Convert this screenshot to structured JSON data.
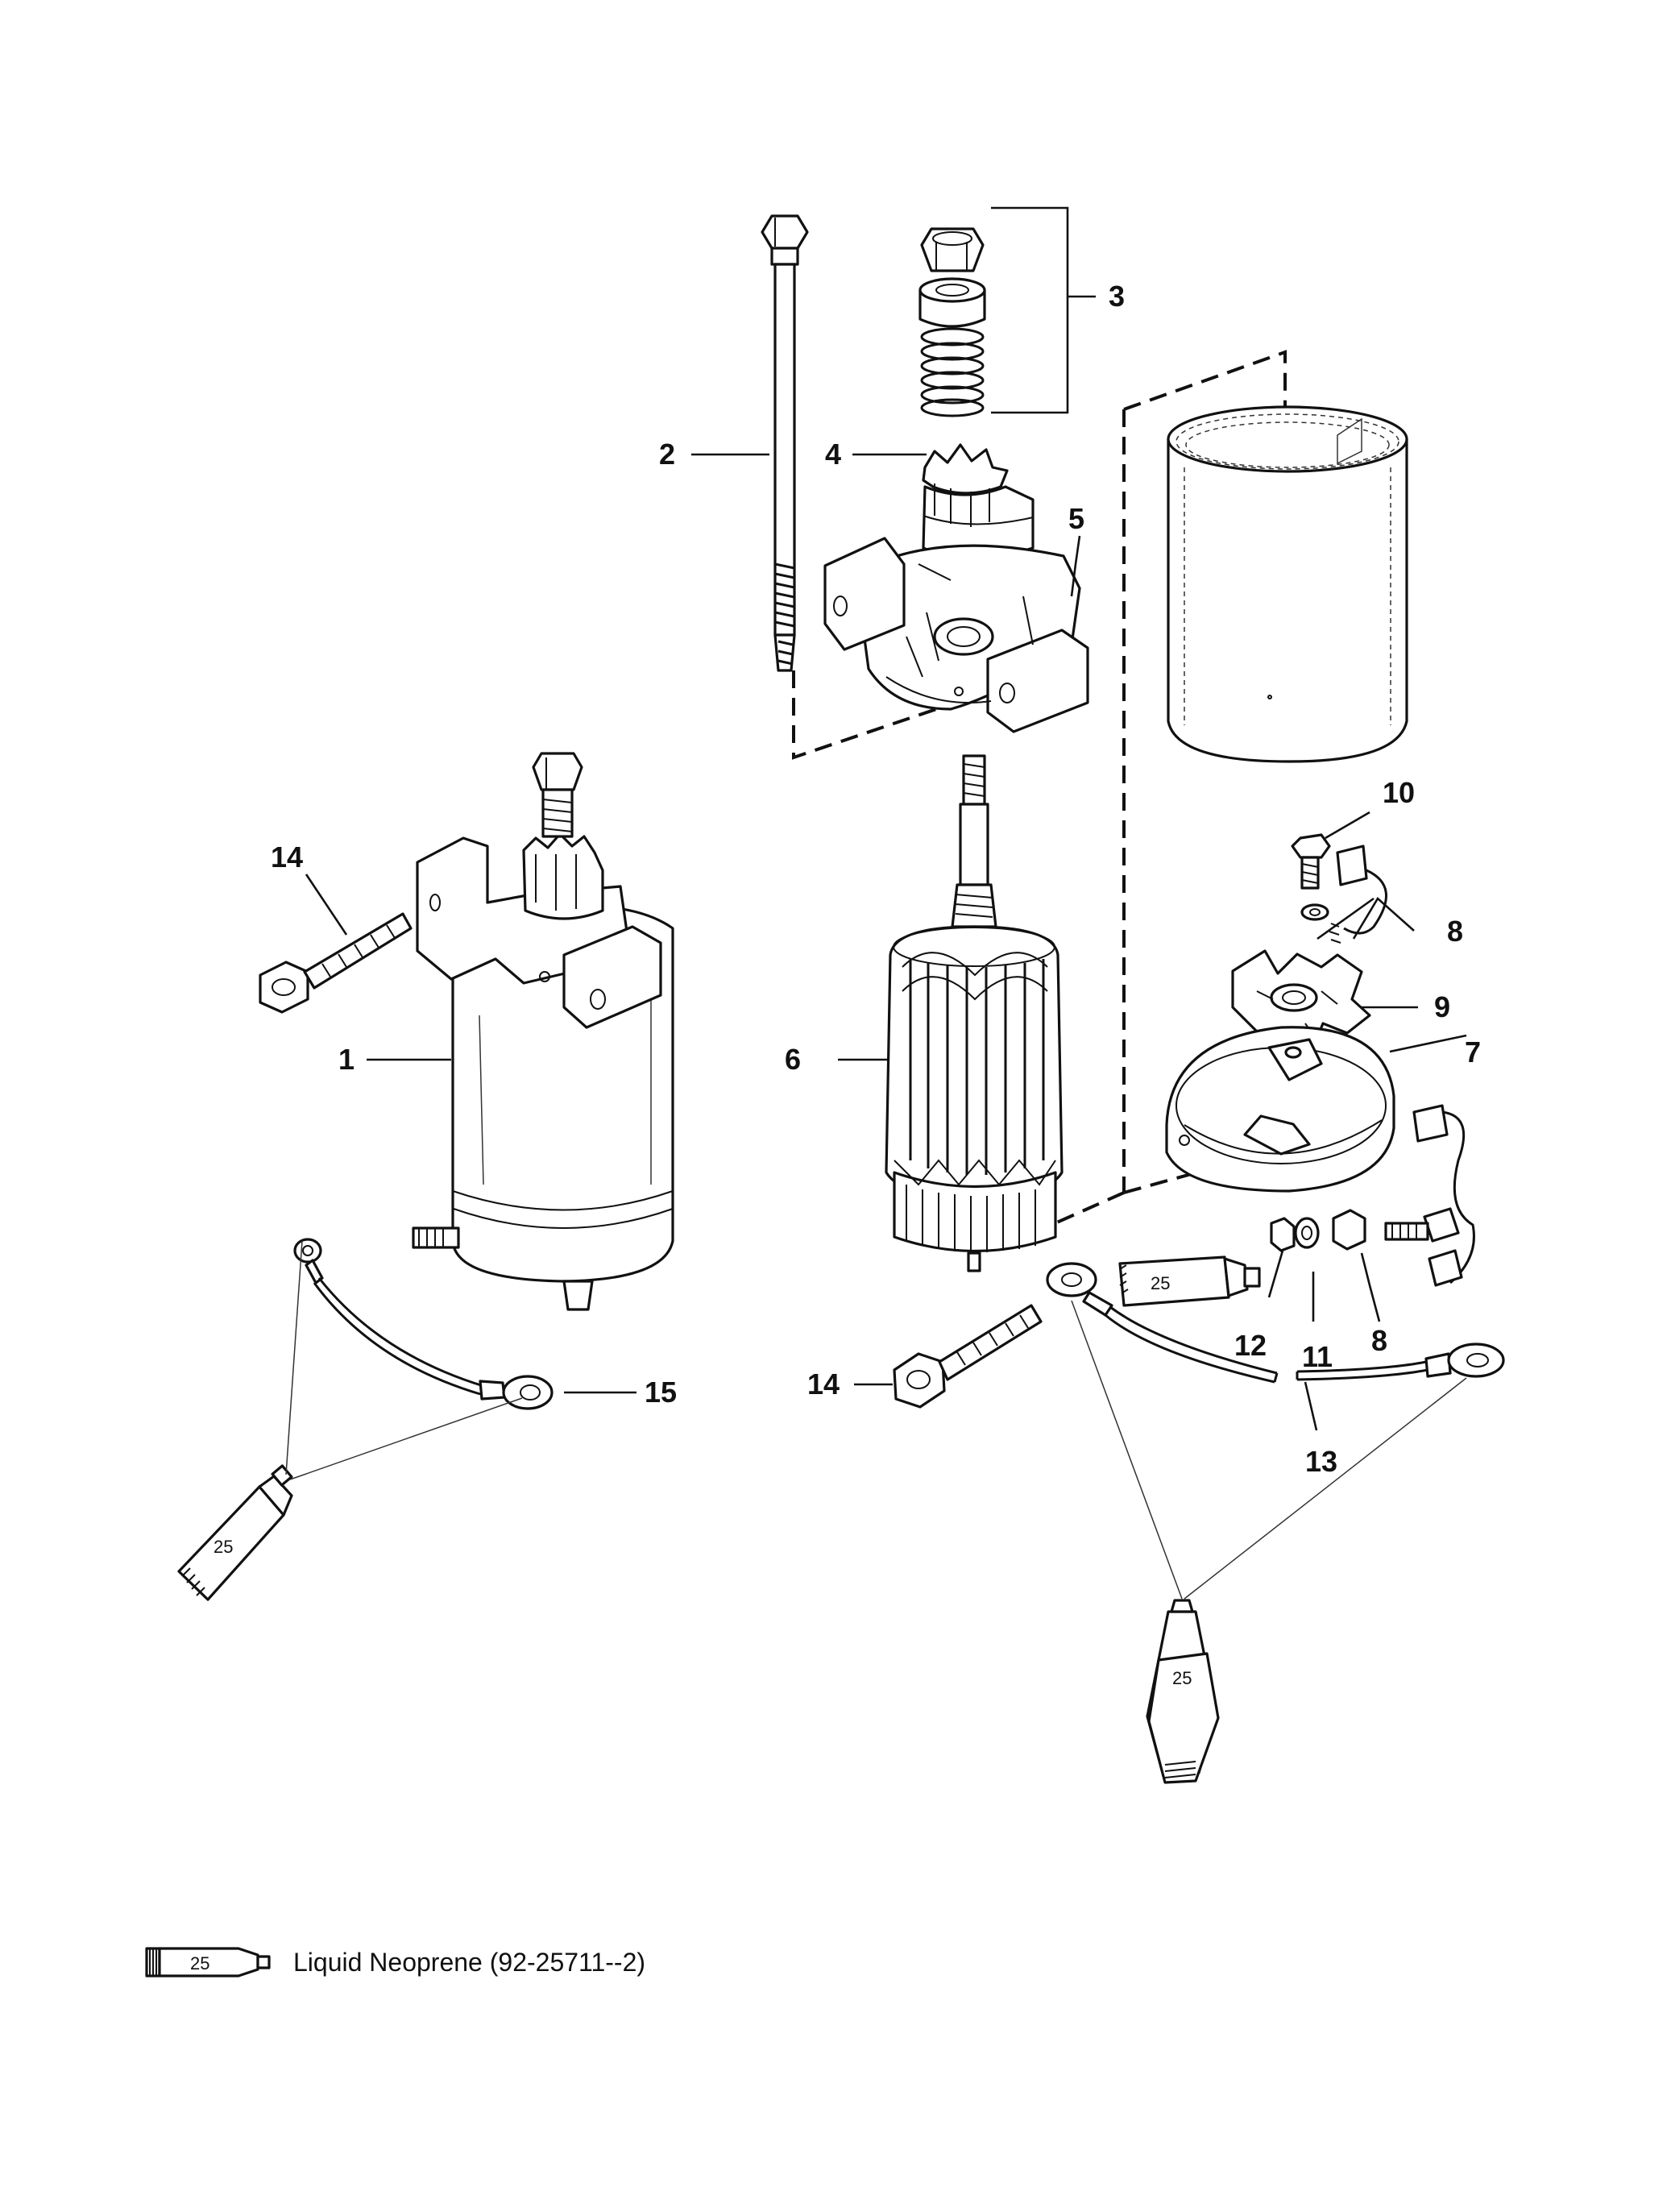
{
  "callouts": {
    "c1": "1",
    "c2": "2",
    "c3": "3",
    "c4": "4",
    "c5": "5",
    "c6": "6",
    "c7": "7",
    "c8a": "8",
    "c8b": "8",
    "c9": "9",
    "c10": "10",
    "c11": "11",
    "c12": "12",
    "c13": "13",
    "c14a": "14",
    "c14b": "14",
    "c15": "15"
  },
  "tubes": {
    "t1": "25",
    "t2": "25",
    "t3": "25"
  },
  "legend": {
    "code": "25",
    "text": "Liquid Neoprene (92-25711--2)"
  }
}
